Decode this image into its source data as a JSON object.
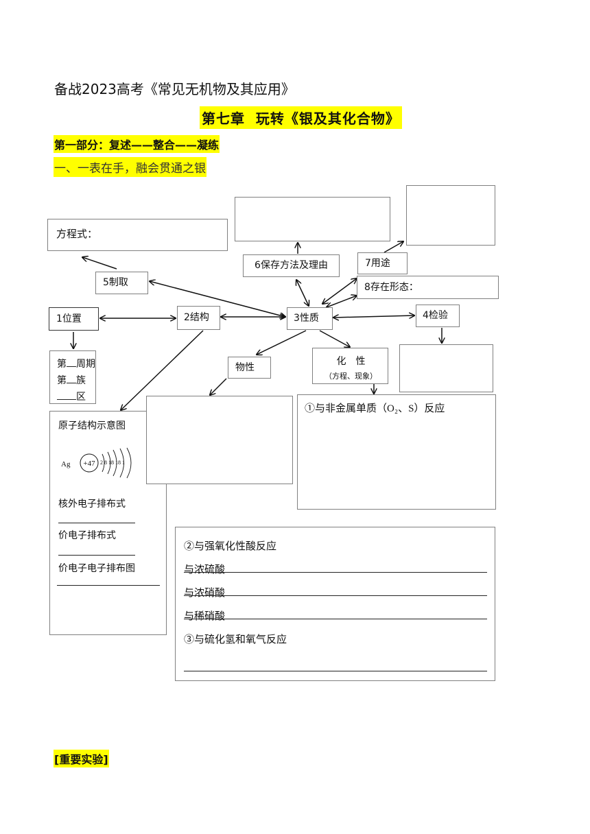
{
  "header": {
    "series_title": "备战2023高考《常见无机物及其应用》",
    "chapter_title": "第七章  玩转《银及其化合物》",
    "part_title": "第一部分：复述——整合——凝练",
    "section_title": "一、一表在手，融会贯通之银"
  },
  "diagram": {
    "equation_label": "方程式：",
    "node_1": "1位置",
    "node_2": "2结构",
    "node_3": "3性质",
    "node_4": "4检验",
    "node_5": "5制取",
    "node_6": "6保存方法及理由",
    "node_7": "7用途",
    "node_8": "8存在形态：",
    "physical": "物性",
    "chemical_title": "化　性",
    "chemical_sub": "（方程、现象）",
    "position": {
      "prefix_period": "第",
      "period": "周期",
      "prefix_group": "第",
      "group": "族",
      "block": "区"
    },
    "structure": {
      "diagram_title": "原子结构示意图",
      "element": "Ag",
      "nucleus": "+47",
      "shells": "2 8 18 18 1",
      "core_config": "核外电子排布式",
      "valence_config": "价电子排布式",
      "valence_diagram": "价电子电子排布图"
    },
    "reaction_1": "①与非金属单质（O₂、S）反应",
    "reaction_2": "②与强氧化性酸反应",
    "acid_1": "与浓硫酸",
    "acid_2": "与浓硝酸",
    "acid_3": "与稀硝酸",
    "reaction_3": "③与硫化氢和氧气反应"
  },
  "footer": {
    "experiment_label": "[重要实验]"
  }
}
